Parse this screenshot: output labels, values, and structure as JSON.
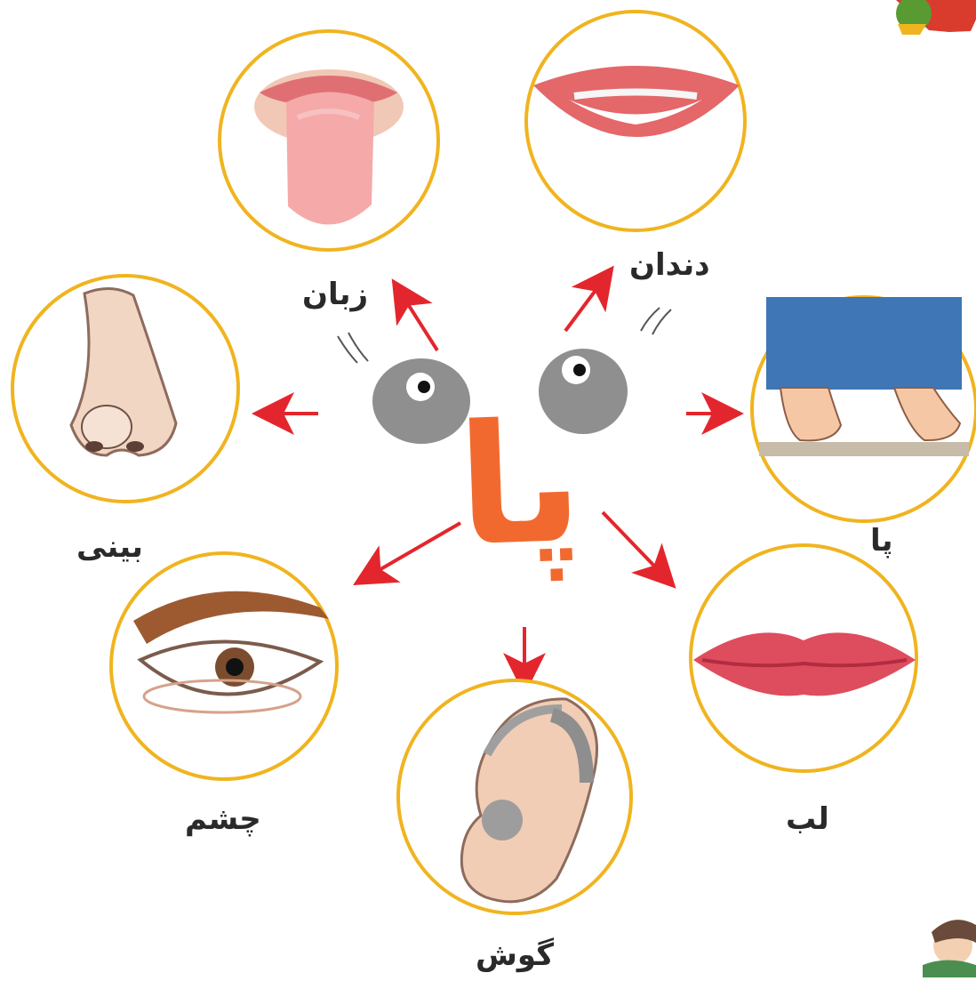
{
  "center": {
    "letter": "پا"
  },
  "labels": {
    "tongue": "زبان",
    "teeth": "دندان",
    "nose": "بینی",
    "foot": "پا",
    "eye": "چشم",
    "lip": "لب",
    "ear": "گوش"
  },
  "icons": {
    "tongue": "tongue-icon",
    "teeth": "teeth-icon",
    "nose": "nose-icon",
    "foot": "foot-icon",
    "eye": "eye-icon",
    "lip": "lip-icon",
    "ear": "ear-icon"
  },
  "colors": {
    "circle_border": "#f0b41f",
    "arrow": "#e3262d",
    "accent_letter": "#f2692f",
    "eye_white": "#8f8f8f",
    "text": "#2a2a2a"
  }
}
